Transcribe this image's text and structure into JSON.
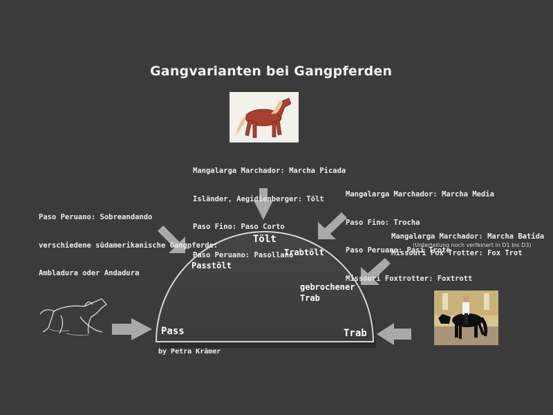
{
  "title": "Gangvarianten bei Gangpferden",
  "top_block": {
    "lines": [
      "Mangalarga Marchador: Marcha Picada",
      "Isländer, Aegidienberger: Tölt",
      "Paso Fino: Paso Corto",
      "Paso Peruano: Pasollano"
    ]
  },
  "left_block": {
    "lines": [
      "Paso Peruano: Sobreandando",
      "verschiedene südamerikanische Gangpferde:",
      "Ambladura oder Andadura"
    ]
  },
  "right_upper_block": {
    "lines": [
      "Mangalarga Marchador: Marcha Media",
      "Paso Fino: Trocha",
      "Paso Peruano: Pasi Trote",
      "Missouri Foxtrotter: Foxtrott"
    ]
  },
  "right_lower_block": {
    "line1": "Mangalarga Marchador: Marcha Batida",
    "note": "(Unterteilung noch verfeinert in D1 bis D3)",
    "line2": "Missouri Fox Trotter: Fox Trot"
  },
  "gaits": {
    "toelt": "Tölt",
    "trabtoelt": "Trabtölt",
    "passtoelt": "Passtölt",
    "gebrochener_trab": "gebrochener\nTrab",
    "pass": "Pass",
    "trab": "Trab"
  },
  "credit": "by Petra Krämer",
  "colors": {
    "background": "#3b3b3b",
    "dome_fill": "#3e3e3e",
    "dome_stroke": "#d8d8d8",
    "arrow": "#a9a9a9",
    "horse_brown": "#a7402f"
  }
}
